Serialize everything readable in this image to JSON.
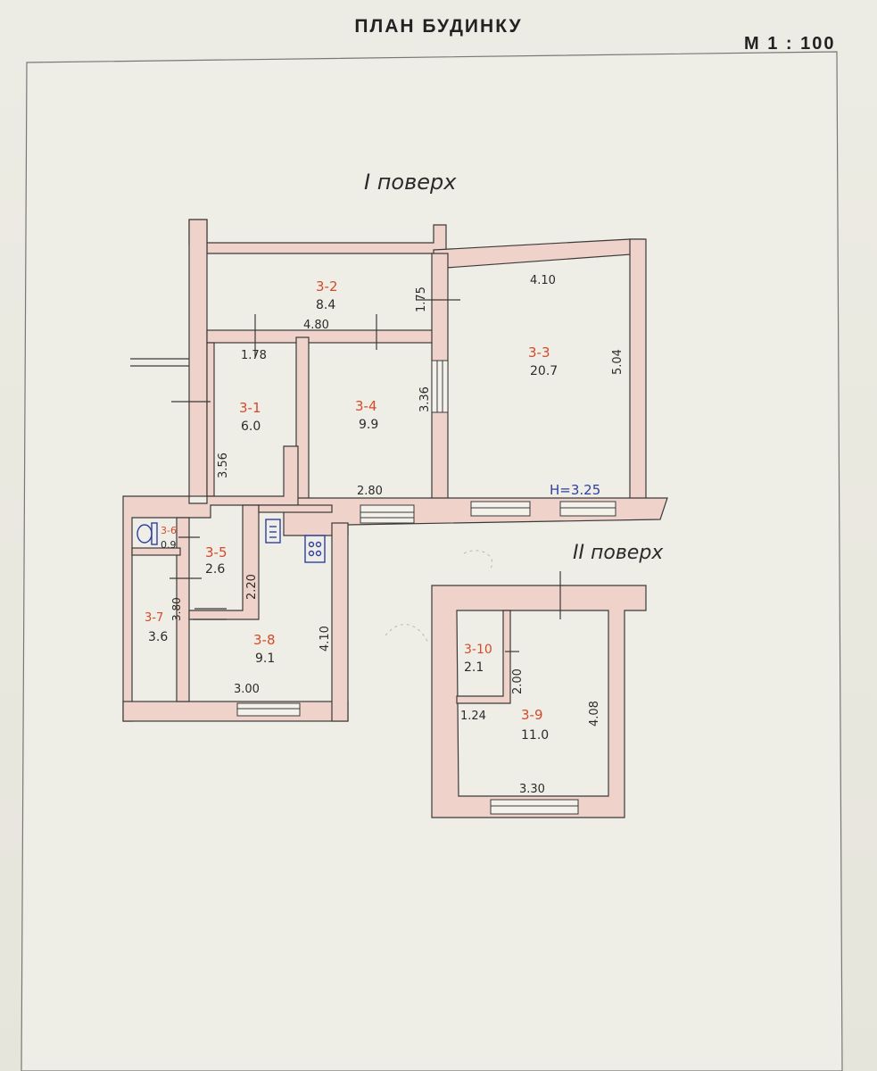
{
  "title": "ПЛАН  БУДИНКУ",
  "scale": "М  1 : 100",
  "floors": [
    {
      "label": "I поверх"
    },
    {
      "label": "II поверх"
    }
  ],
  "rooms": [
    {
      "code": "3-2",
      "area": "8.4"
    },
    {
      "code": "3-1",
      "area": "6.0"
    },
    {
      "code": "3-4",
      "area": "9.9"
    },
    {
      "code": "3-3",
      "area": "20.7"
    },
    {
      "code": "3-6",
      "area": "0.9"
    },
    {
      "code": "3-5",
      "area": "2.6"
    },
    {
      "code": "3-7",
      "area": "3.6"
    },
    {
      "code": "3-8",
      "area": "9.1"
    },
    {
      "code": "3-10",
      "area": "2.1"
    },
    {
      "code": "3-9",
      "area": "11.0"
    }
  ],
  "dimensions": [
    "4.80",
    "1.75",
    "4.10",
    "5.04",
    "1.78",
    "3.36",
    "3.56",
    "2.80",
    "2.20",
    "3.80",
    "4.10",
    "3.00",
    "2.00",
    "1.24",
    "4.08",
    "3.30"
  ],
  "ceiling_height": "H=3.25",
  "colors": {
    "wall_fill": "#efd2c9",
    "ink": "#2b2b2b",
    "room_code": "#d24a2c",
    "note_blue": "#2f3fa0"
  }
}
